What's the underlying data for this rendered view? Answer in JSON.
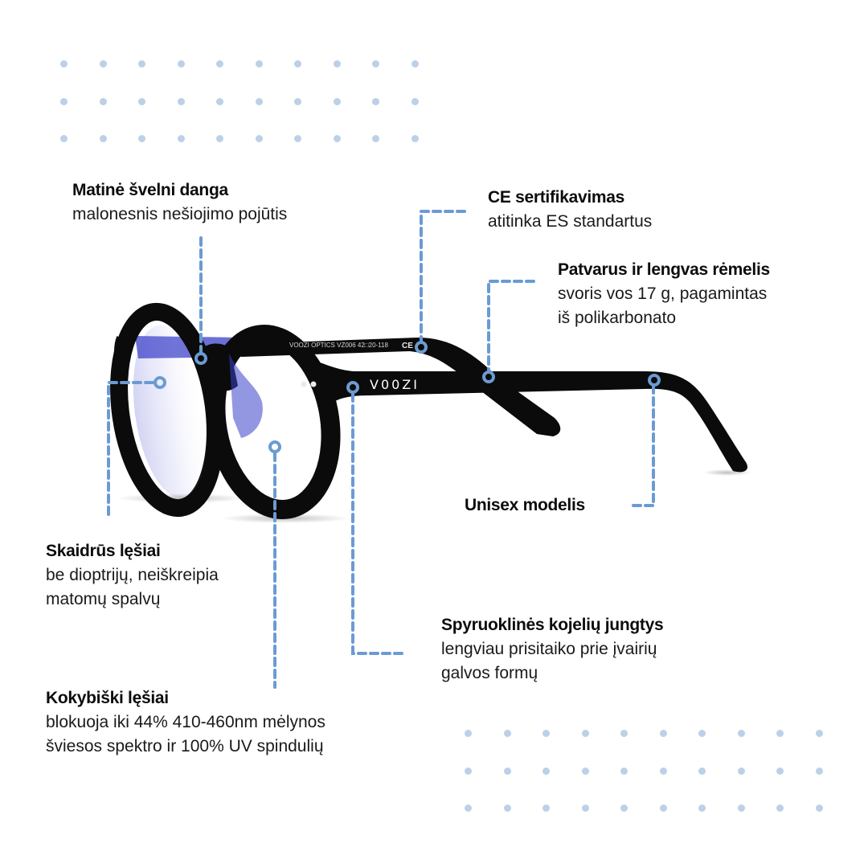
{
  "colors": {
    "accent_line": "#6b9bd2",
    "dot_pattern": "#bcd0e8",
    "frame": "#0b0b0b",
    "lens_tint": "#3a3fc8",
    "text": "#111111"
  },
  "product": {
    "brand_on_temple": "V00ZI",
    "inner_temple_print": "VOOZI OPTICS VZ006 42□20-118",
    "certification_mark": "CE"
  },
  "callouts": [
    {
      "id": "matte-coating",
      "title": "Matinė švelni danga",
      "desc": "malonesnis nešiojimo pojūtis"
    },
    {
      "id": "ce-certification",
      "title": "CE sertifikavimas",
      "desc": "atitinka ES standartus"
    },
    {
      "id": "durable-frame",
      "title": "Patvarus ir lengvas rėmelis",
      "desc": "svoris vos  17 g, pagamintas\niš polikarbonato"
    },
    {
      "id": "unisex",
      "title": "Unisex  modelis",
      "desc": ""
    },
    {
      "id": "clear-lenses",
      "title": "Skaidrūs lęšiai",
      "desc": "be dioptrijų, neiškreipia\nmatomų spalvų"
    },
    {
      "id": "spring-hinges",
      "title": "Spyruoklinės kojelių jungtys",
      "desc": "lengviau prisitaiko prie įvairių\ngalvos formų"
    },
    {
      "id": "quality-lenses",
      "title": "Kokybiški lęšiai",
      "desc": "blokuoja iki 44% 410-460nm mėlynos\nšviesos spektro ir 100% UV spindulių"
    }
  ],
  "decor": {
    "dot_grid_top": {
      "rows": 3,
      "cols": 10
    },
    "dot_grid_bottom": {
      "rows": 3,
      "cols": 10
    }
  }
}
